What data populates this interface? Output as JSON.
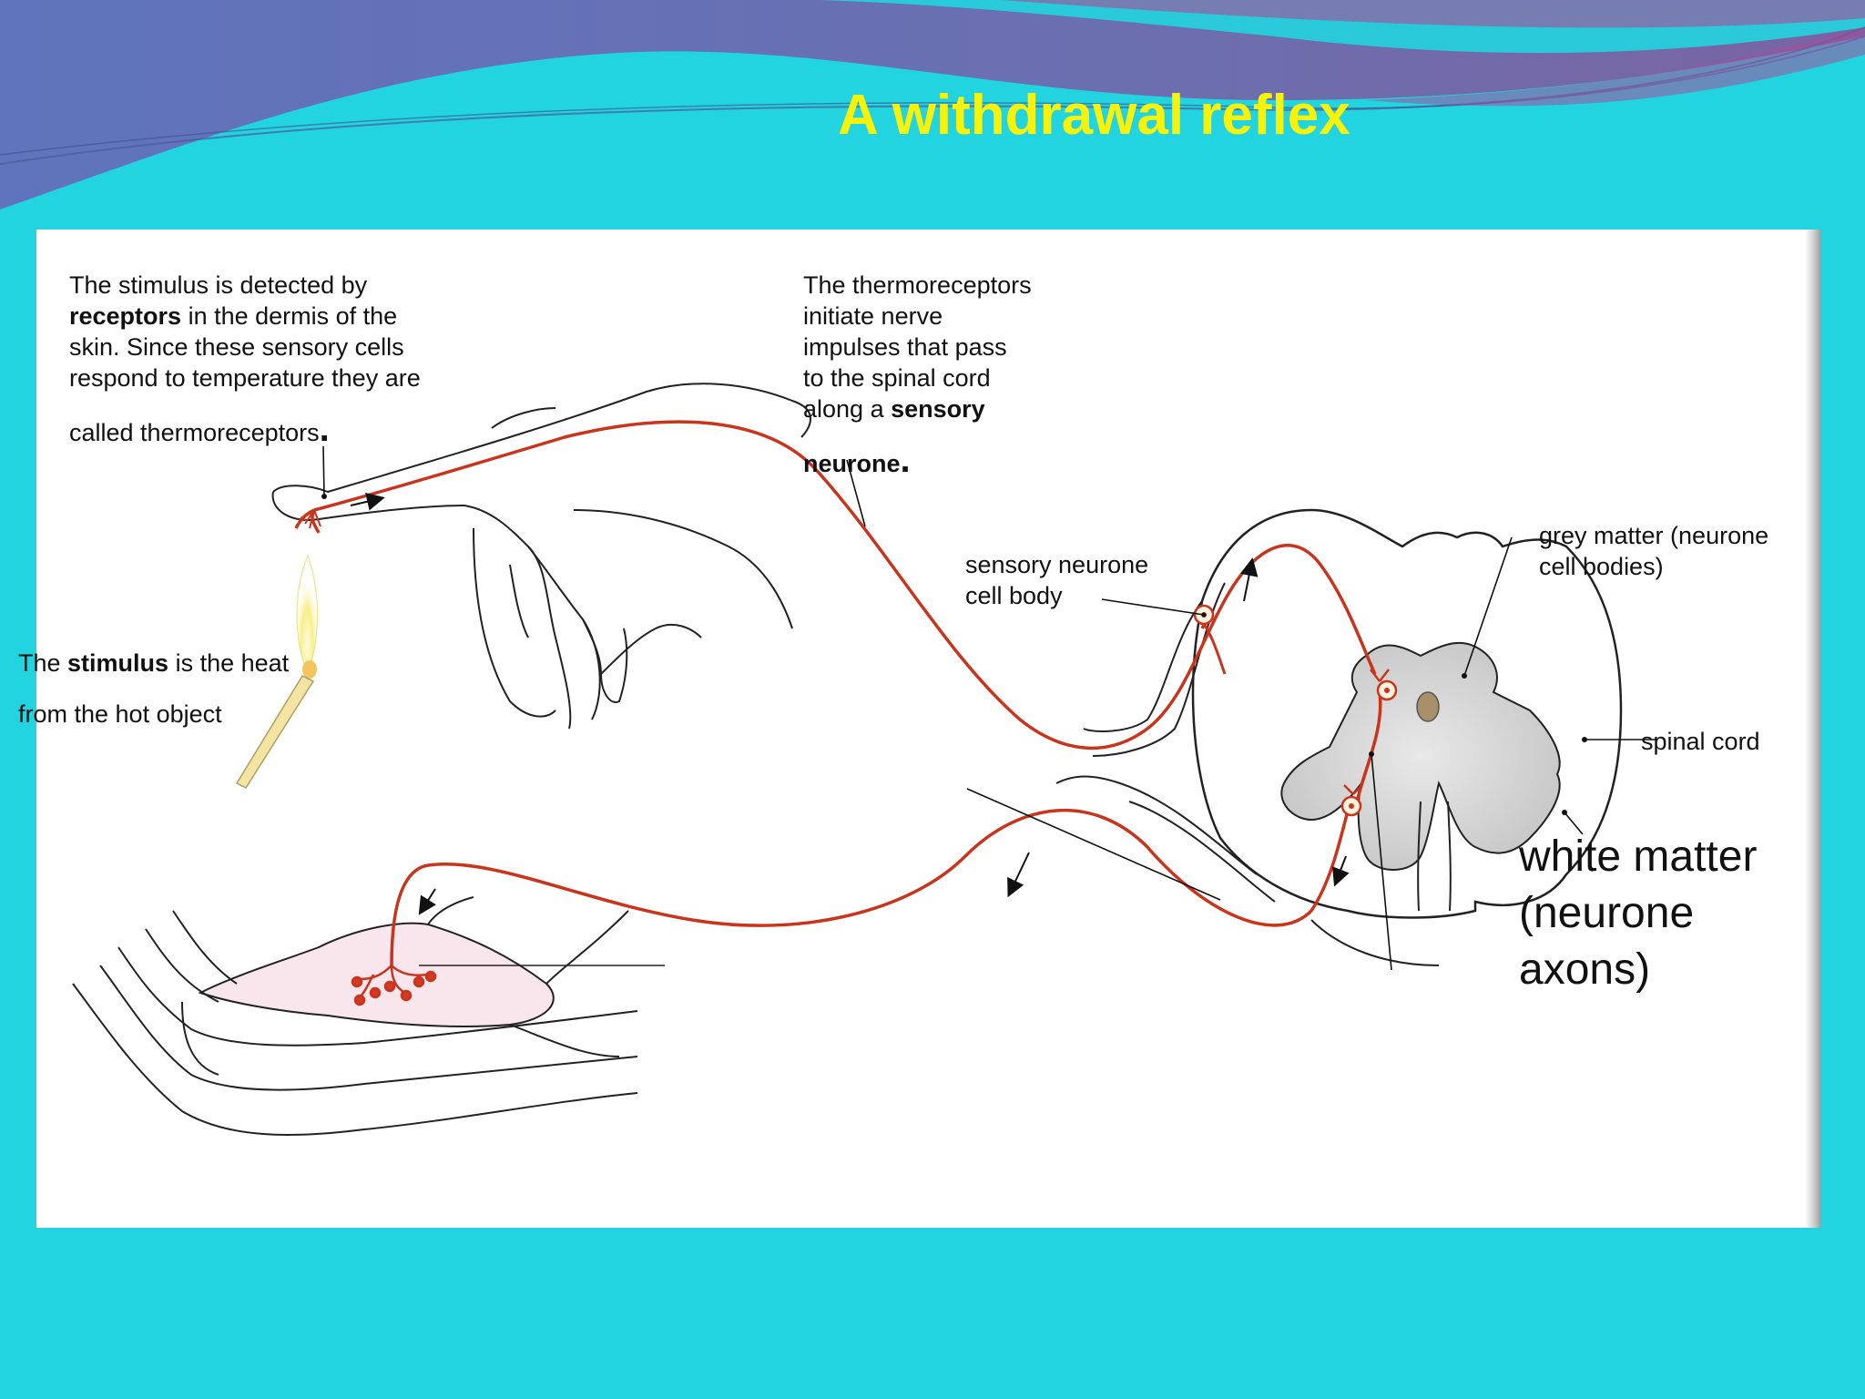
{
  "slide": {
    "title": "A withdrawal reflex",
    "colors": {
      "background": "#22d4df",
      "title": "#f6f20c",
      "header_wave": "#6a6fb4",
      "neurone": "#c8341c"
    }
  },
  "labels": {
    "receptors": {
      "line1": "The stimulus is detected by",
      "line2_bold": "receptors",
      "line2_rest": " in the dermis of the",
      "line3": "skin. Since these sensory cells",
      "line4": "respond to temperature they are",
      "line5": "called thermoreceptors",
      "line5_end": "."
    },
    "sensory_neurone": {
      "line1": "The thermoreceptors",
      "line2": "initiate nerve",
      "line3": "impulses that pass",
      "line4": "to the spinal cord",
      "line5_prefix": "along a ",
      "line5_bold": "sensory",
      "line6_bold": "neurone",
      "line6_end": "."
    },
    "stimulus": {
      "line1_prefix": "The ",
      "line1_bold": "stimulus",
      "line1_rest": " is the heat",
      "line2": "from the hot object"
    },
    "cell_body": {
      "line1": "sensory neurone",
      "line2": "cell body"
    },
    "grey_matter": {
      "line1": "grey matter (neurone",
      "line2": "cell bodies)"
    },
    "spinal_cord": "spinal cord",
    "white_matter": {
      "line1": "white matter",
      "line2": "(neurone",
      "line3": "axons)"
    }
  }
}
